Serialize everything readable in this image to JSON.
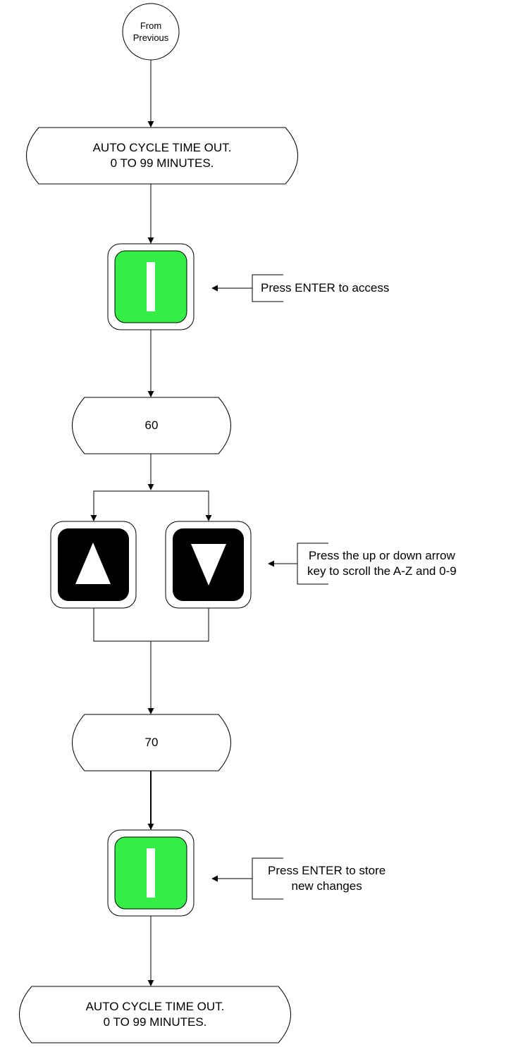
{
  "start": {
    "line1": "From",
    "line2": "Previous"
  },
  "display_top": {
    "line1": "AUTO CYCLE TIME OUT.",
    "line2": "0 TO 99 MINUTES."
  },
  "note_enter_access": "Press ENTER to access",
  "value_before": "60",
  "note_arrows": {
    "line1": "Press the up or down arrow",
    "line2": "key to scroll the A-Z and 0-9"
  },
  "value_after": "70",
  "note_enter_store": {
    "line1": "Press ENTER to store",
    "line2": "new changes"
  },
  "display_bottom": {
    "line1": "AUTO CYCLE TIME OUT.",
    "line2": "0 TO 99 MINUTES."
  },
  "colors": {
    "enter_key": "#33ee44",
    "arrow_key": "#000000",
    "line": "#000000"
  },
  "icons": {
    "enter": "enter-key-icon",
    "up": "up-arrow-icon",
    "down": "down-arrow-icon"
  }
}
